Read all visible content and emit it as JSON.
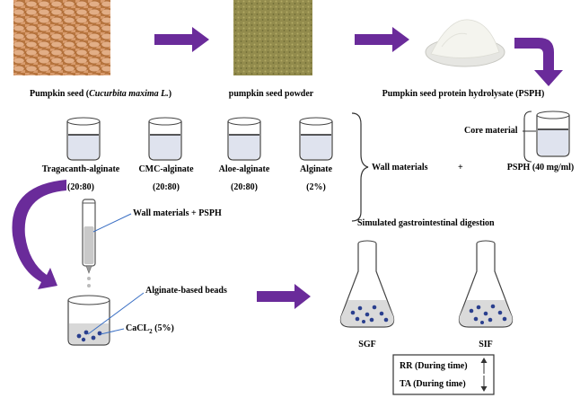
{
  "top_row": {
    "seed_label_prefix": "Pumpkin seed (",
    "seed_label_italic": "Cucurbita maxima L.",
    "seed_label_suffix": ")",
    "powder_label": "pumpkin seed powder",
    "psph_label": "Pumpkin seed protein hydrolysate (PSPH)"
  },
  "wall_materials": {
    "items": [
      {
        "name": "Tragacanth-alginate",
        "ratio": "(20:80)"
      },
      {
        "name": "CMC-alginate",
        "ratio": "(20:80)"
      },
      {
        "name": "Aloe-alginate",
        "ratio": "(20:80)"
      },
      {
        "name": "Alginate",
        "ratio": "(2%)"
      }
    ],
    "group_label": "Wall materials",
    "plus": "+"
  },
  "core": {
    "label": "Core material",
    "psph": "PSPH (40 mg/ml)"
  },
  "encapsulation": {
    "syringe_label": "Wall materials + PSPH",
    "beads_label": "Alginate-based beads",
    "cacl2_prefix": "CaCL",
    "cacl2_sub": "2",
    "cacl2_suffix": " (5%)"
  },
  "digestion": {
    "title": "Simulated gastrointestinal digestion",
    "flask_1": "SGF",
    "flask_2": "SIF",
    "rr": "RR (During time)",
    "ta": "TA (During time)"
  },
  "colors": {
    "arrow_purple": "#6a2b9a",
    "bead_blue": "#2a3f8e",
    "pointer_blue": "#3a6fc4",
    "liquid_gray": "#b7b7b7",
    "seed_brown": "#c88a5a",
    "powder_olive": "#8f8a4a",
    "psph_white": "#f2f2ec"
  }
}
